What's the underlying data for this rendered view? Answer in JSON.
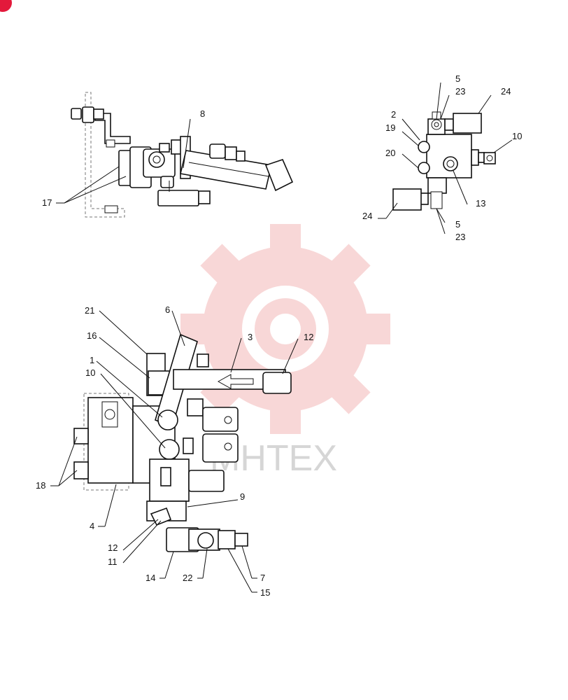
{
  "watermark": {
    "text": "МНТЕХ",
    "color": "#f3b8b8"
  },
  "corner_badge": {
    "color": "#e3193b"
  },
  "callouts_top_left": {
    "c17": "17",
    "c8": "8"
  },
  "callouts_top_right": {
    "c5a": "5",
    "c23a": "23",
    "c24a": "24",
    "c2": "2",
    "c19": "19",
    "c10": "10",
    "c20": "20",
    "c13": "13",
    "c24b": "24",
    "c5b": "5",
    "c23b": "23"
  },
  "callouts_main": {
    "c21": "21",
    "c6": "6",
    "c16": "16",
    "c3": "3",
    "c12a": "12",
    "c1": "1",
    "c10": "10",
    "c18": "18",
    "c4": "4",
    "c9": "9",
    "c12b": "12",
    "c11": "11",
    "c14": "14",
    "c22": "22",
    "c7": "7",
    "c15": "15"
  }
}
